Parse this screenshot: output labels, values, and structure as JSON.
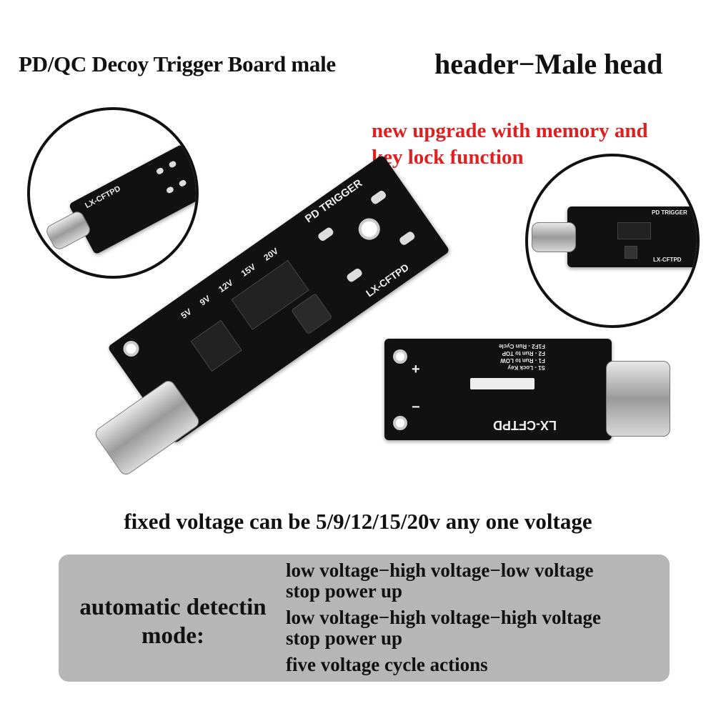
{
  "header": {
    "title_left": "PD/QC Decoy Trigger Board male",
    "title_right": "header−Male head"
  },
  "upgrade_note": {
    "line1": "new upgrade with memory and",
    "line2": "key lock function"
  },
  "board": {
    "brand": "PD TRIGGER",
    "model": "LX-CFTPD",
    "voltages": [
      "5V",
      "9V",
      "12V",
      "15V",
      "20V"
    ],
    "back_labels": [
      "S1 - Lock Key",
      "F1 - Run to LOW",
      "F2 - Run to TOP",
      "F1F2 - Run Cycle"
    ]
  },
  "fixed_voltage": "fixed voltage can be 5/9/12/15/20v any one voltage",
  "mode": {
    "label_line1": "automatic detectin",
    "label_line2": "mode:",
    "lines": [
      "low voltage−high voltage−low voltage",
      "stop power up",
      "low voltage−high voltage−high voltage",
      "stop power up",
      "five voltage cycle actions"
    ]
  },
  "colors": {
    "accent_red": "#e02020",
    "box_gray": "#b6b6b6",
    "pcb": "#111111"
  }
}
